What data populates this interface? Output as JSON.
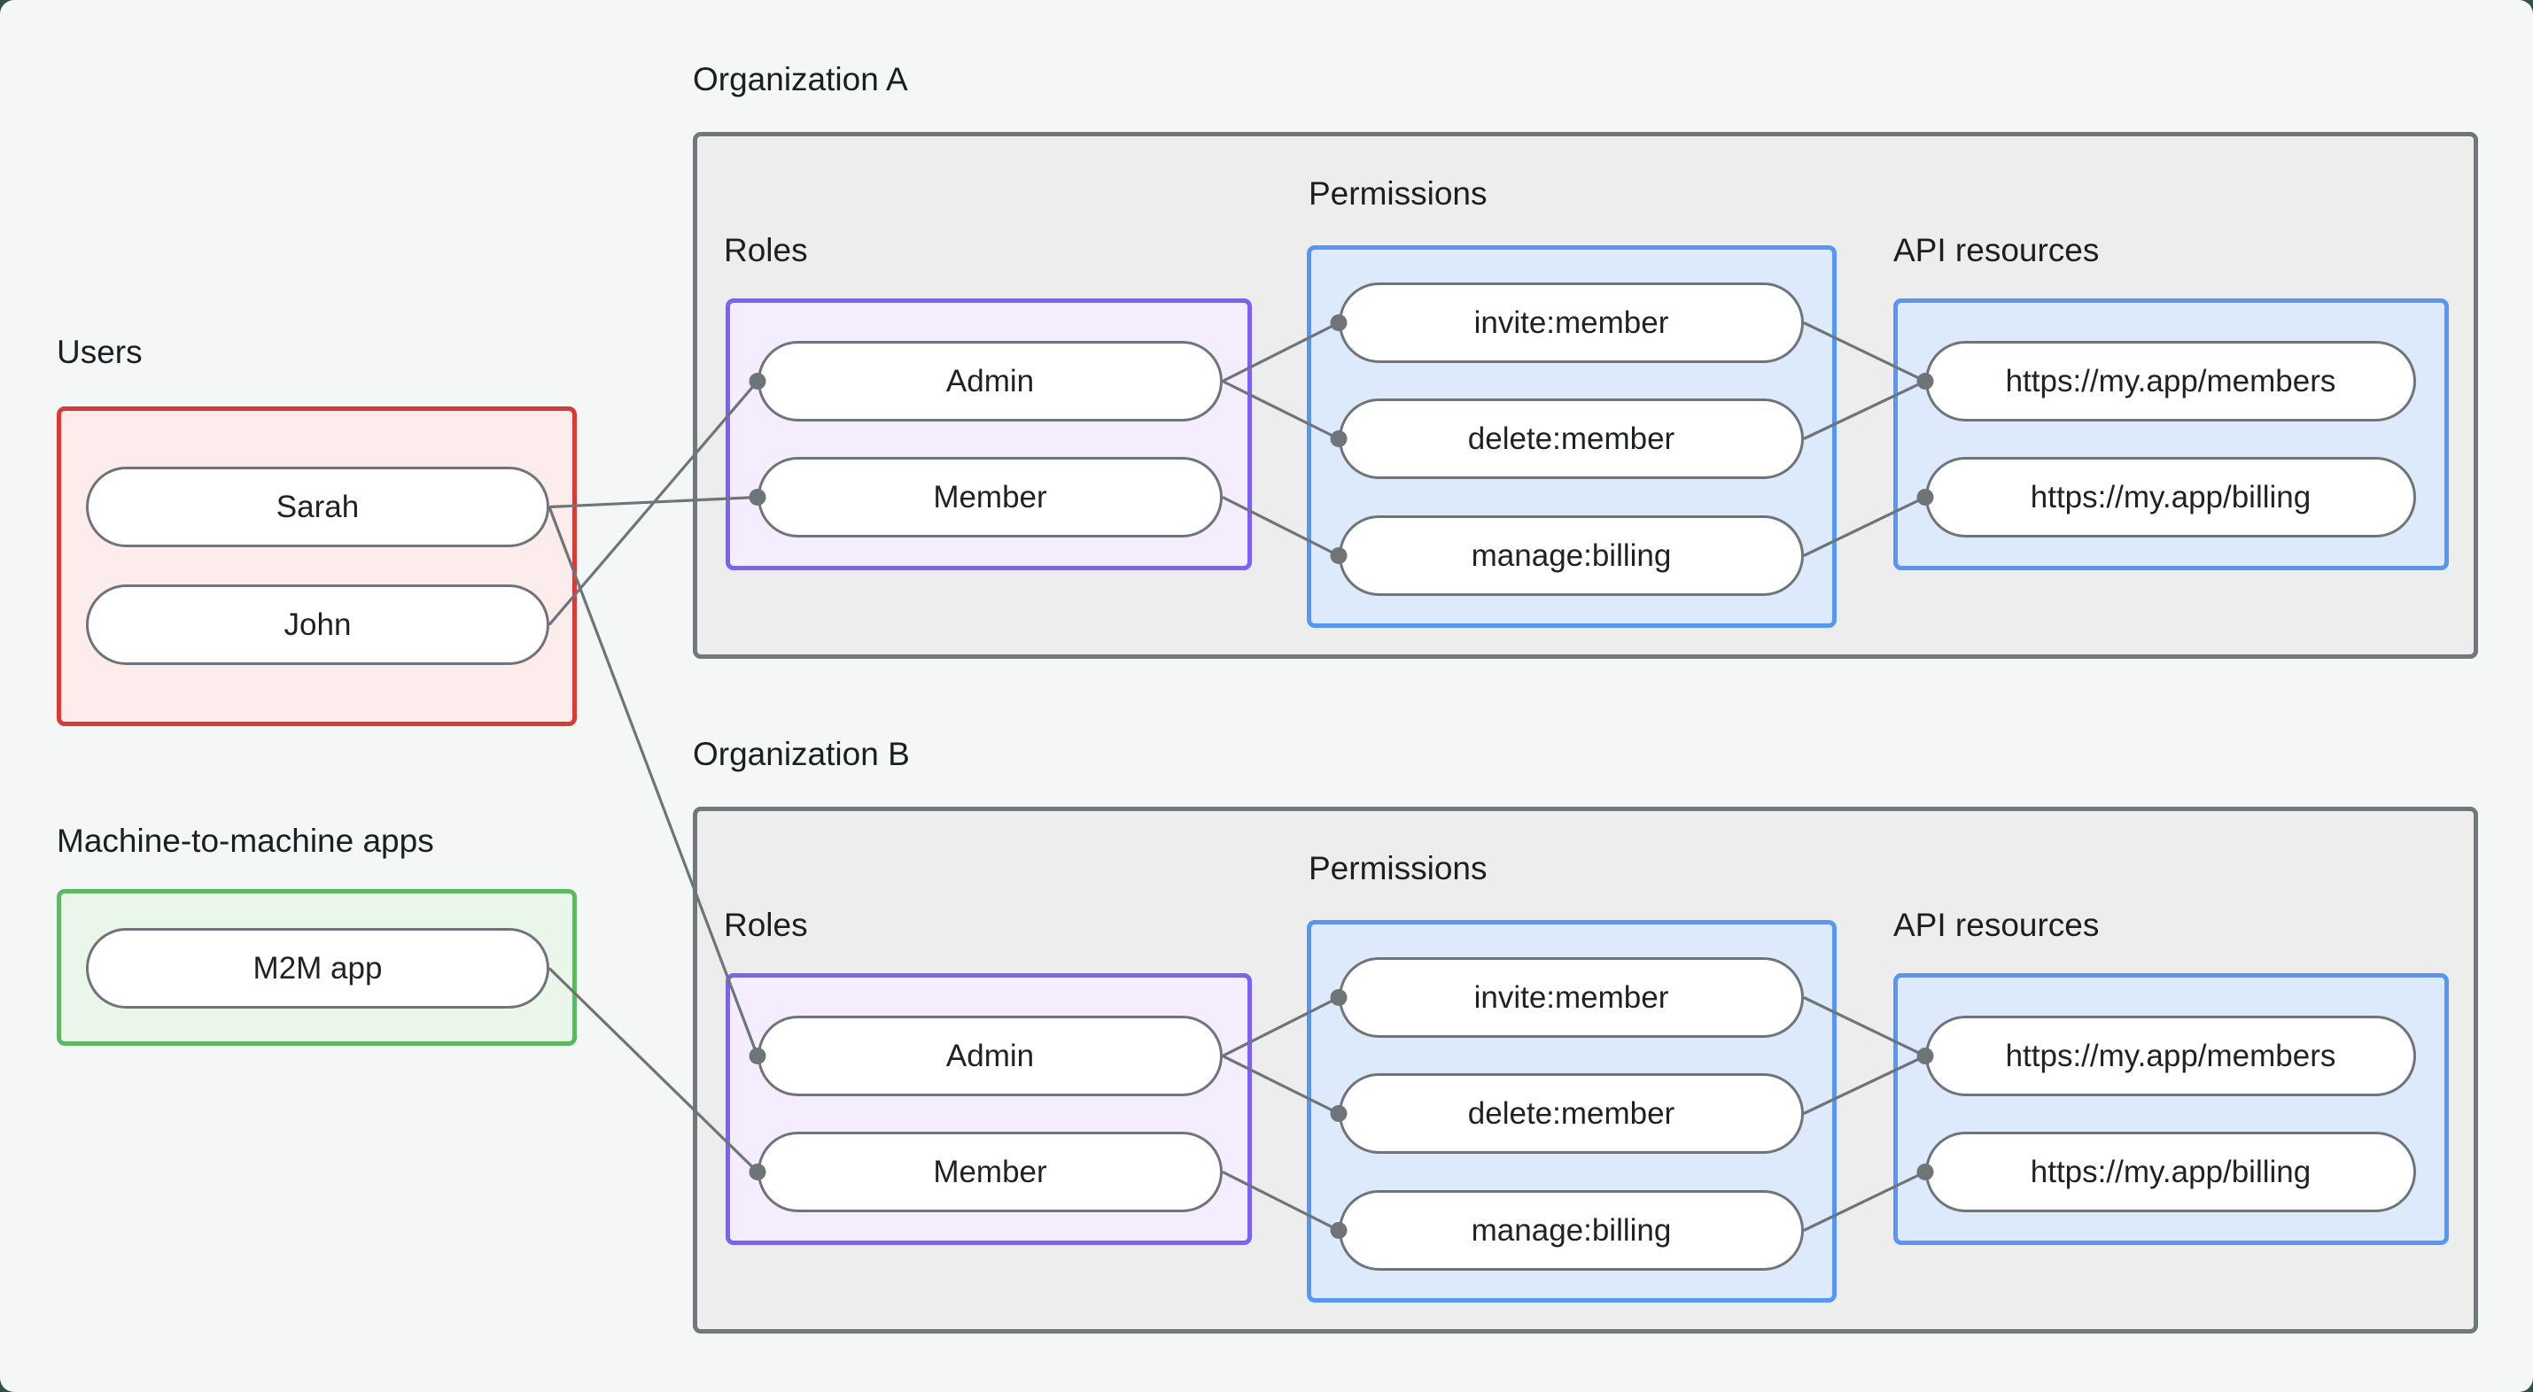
{
  "page": {
    "background": "#f5f7f6",
    "corner_backdrop": "#2f5243"
  },
  "palette": {
    "line_gray": "#6e7477",
    "pill_border": "#6e7477",
    "pill_fill": "#ffffff",
    "org_border": "#72787a",
    "org_fill": "#ededee",
    "users_border": "#d93a34",
    "users_fill": "#fdecec",
    "m2m_border": "#5cb863",
    "m2m_fill": "#e9f6e9",
    "roles_border": "#7d5ffa",
    "roles_fill": "#f3edfd",
    "blue_border": "#5596f6",
    "blue_fill": "#dceafc",
    "text": "#1b1f21"
  },
  "users_group": {
    "label": "Users",
    "pills": [
      "Sarah",
      "John"
    ]
  },
  "m2m_group": {
    "label": "Machine-to-machine apps",
    "pills": [
      "M2M app"
    ]
  },
  "orgs": [
    {
      "title": "Organization A",
      "roles": {
        "label": "Roles",
        "pills": [
          "Admin",
          "Member"
        ]
      },
      "permissions": {
        "label": "Permissions",
        "pills": [
          "invite:member",
          "delete:member",
          "manage:billing"
        ]
      },
      "api_resources": {
        "label": "API resources",
        "pills": [
          "https://my.app/members",
          "https://my.app/billing"
        ]
      }
    },
    {
      "title": "Organization B",
      "roles": {
        "label": "Roles",
        "pills": [
          "Admin",
          "Member"
        ]
      },
      "permissions": {
        "label": "Permissions",
        "pills": [
          "invite:member",
          "delete:member",
          "manage:billing"
        ]
      },
      "api_resources": {
        "label": "API resources",
        "pills": [
          "https://my.app/members",
          "https://my.app/billing"
        ]
      }
    }
  ],
  "edges": [
    {
      "from": "user-sarah",
      "to": "org-a-role-member"
    },
    {
      "from": "user-sarah",
      "to": "org-b-role-admin"
    },
    {
      "from": "user-john",
      "to": "org-a-role-admin"
    },
    {
      "from": "m2m-app",
      "to": "org-b-role-member"
    },
    {
      "from": "org-a-role-admin",
      "to": "org-a-perm-invite-member"
    },
    {
      "from": "org-a-role-admin",
      "to": "org-a-perm-delete-member"
    },
    {
      "from": "org-a-role-member",
      "to": "org-a-perm-manage-billing"
    },
    {
      "from": "org-a-perm-invite-member",
      "to": "org-a-api-members"
    },
    {
      "from": "org-a-perm-delete-member",
      "to": "org-a-api-members"
    },
    {
      "from": "org-a-perm-manage-billing",
      "to": "org-a-api-billing"
    },
    {
      "from": "org-b-role-admin",
      "to": "org-b-perm-invite-member"
    },
    {
      "from": "org-b-role-admin",
      "to": "org-b-perm-delete-member"
    },
    {
      "from": "org-b-role-member",
      "to": "org-b-perm-manage-billing"
    },
    {
      "from": "org-b-perm-invite-member",
      "to": "org-b-api-members"
    },
    {
      "from": "org-b-perm-delete-member",
      "to": "org-b-api-members"
    },
    {
      "from": "org-b-perm-manage-billing",
      "to": "org-b-api-billing"
    }
  ]
}
